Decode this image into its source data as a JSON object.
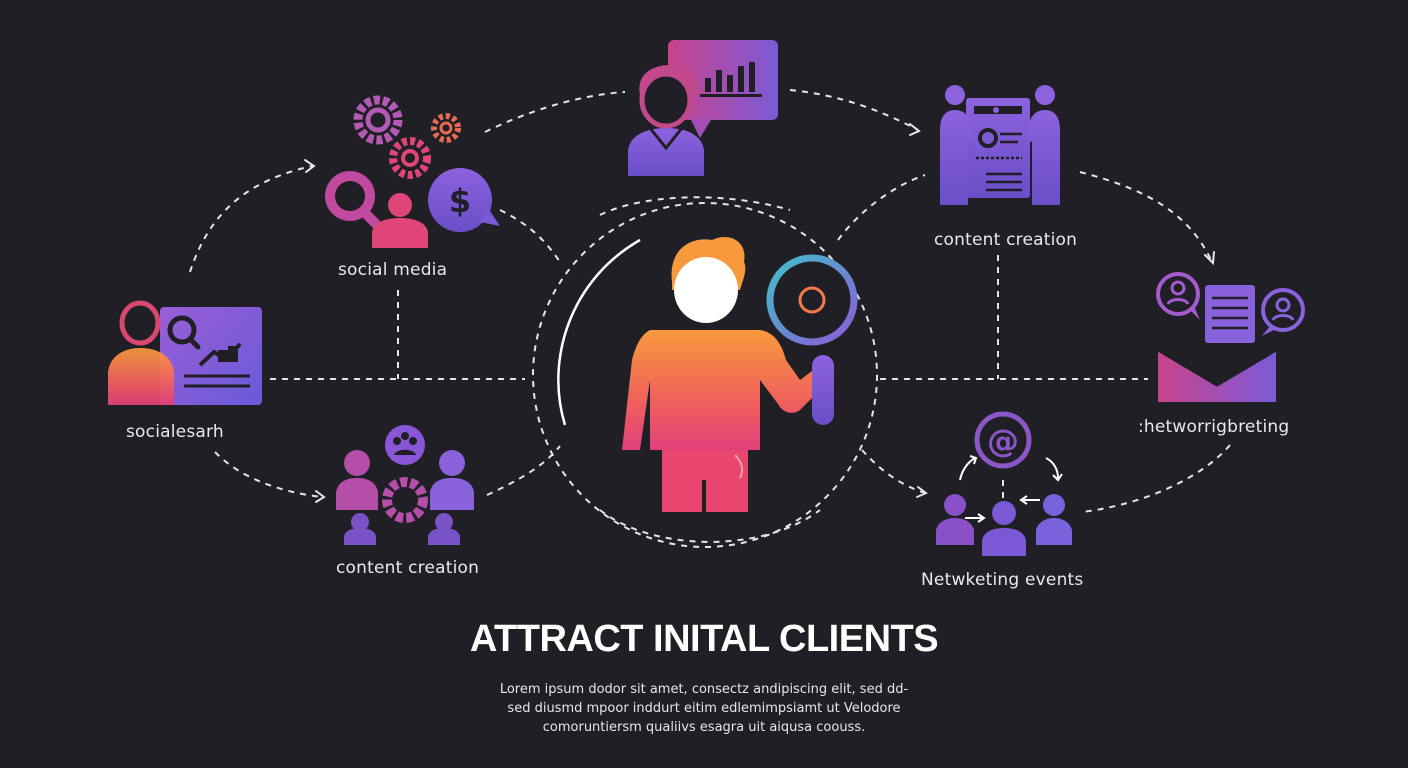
{
  "nodes": {
    "social_media": "social media",
    "social_search": "socialesarh",
    "content_creation_left": "content creation",
    "content_creation_right": "content creation",
    "networking_briefing": ":hetworrigbreting",
    "networking_events": "Netwketing events"
  },
  "center_icon_text": "$",
  "title": "ATTRACT INITAL CLIENTS",
  "body_lines": [
    "Lorem ipsum dodor sit amet, consectz andipiscing elit, sed dd-",
    "sed diusmd  mpoor inddurt eitim edlemimpsiamt ut Velodore",
    "comoruntiersm qualiivs esagra uit aiqusa coouss."
  ],
  "colors": {
    "background": "#1f1f25",
    "gradient_purple": "#8a4fd8",
    "gradient_pink": "#e0457a",
    "gradient_orange": "#f79a3c",
    "node_purple": "#7a5ad6",
    "accent_teal": "#39b6c8"
  }
}
